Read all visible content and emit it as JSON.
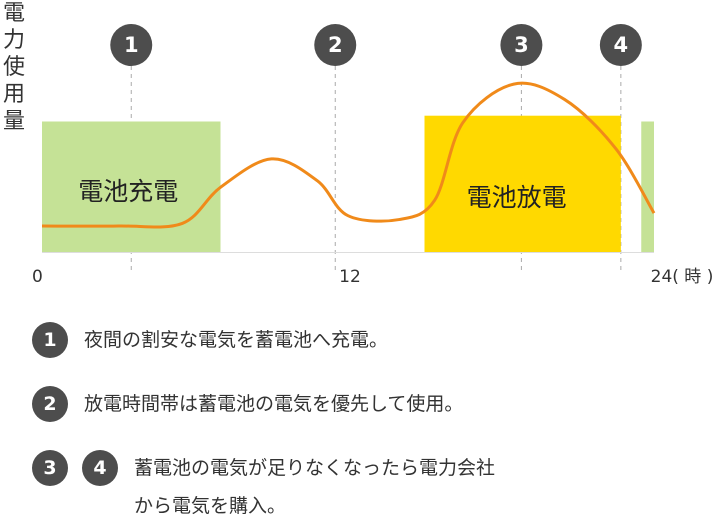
{
  "colors": {
    "charge_region": "#c5e296",
    "discharge_region": "#ffd900",
    "usage_curve": "#f08a1a",
    "marker": "#4d4d4d",
    "guide": "#aaaaaa"
  },
  "chart_data": {
    "type": "area",
    "ylabel": "電力使用量",
    "xlim": [
      0,
      24
    ],
    "x_ticks": [
      {
        "value": 0,
        "label": "0"
      },
      {
        "value": 12,
        "label": "12"
      },
      {
        "value": 24,
        "label": "24( 時 )"
      }
    ],
    "regions": [
      {
        "name": "電池充電",
        "x_start": 0,
        "x_end": 7,
        "y_level": 0.9
      },
      {
        "name": "電池放電",
        "x_start": 15,
        "x_end": 22.7,
        "y_level": 0.94
      },
      {
        "name": "",
        "x_start": 23.5,
        "x_end": 24,
        "y_level": 0.9
      }
    ],
    "usage_curve": [
      [
        0,
        0.0
      ],
      [
        3,
        0.0
      ],
      [
        5.5,
        0.02
      ],
      [
        7,
        0.3
      ],
      [
        9,
        0.52
      ],
      [
        10.8,
        0.35
      ],
      [
        12,
        0.08
      ],
      [
        14,
        0.05
      ],
      [
        15.4,
        0.2
      ],
      [
        16.5,
        0.8
      ],
      [
        18.5,
        1.1
      ],
      [
        20.5,
        0.98
      ],
      [
        22.5,
        0.6
      ],
      [
        24,
        0.1
      ]
    ],
    "markers": [
      {
        "label": "1",
        "x": 3.5
      },
      {
        "label": "2",
        "x": 11.5
      },
      {
        "label": "3",
        "x": 18.8
      },
      {
        "label": "4",
        "x": 22.7
      }
    ]
  },
  "legend": [
    {
      "badges": [
        "1"
      ],
      "lines": [
        "夜間の割安な電気を蓄電池へ充電。"
      ]
    },
    {
      "badges": [
        "2"
      ],
      "lines": [
        "放電時間帯は蓄電池の電気を優先して使用。"
      ]
    },
    {
      "badges": [
        "3",
        "4"
      ],
      "lines": [
        "蓄電池の電気が足りなくなったら電力会社",
        "から電気を購入。"
      ]
    }
  ]
}
